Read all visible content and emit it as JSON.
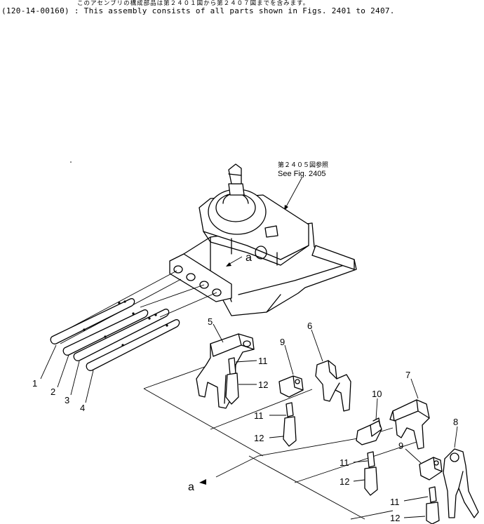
{
  "header": {
    "japanese_line": "このアセンブリの構成部品は第２４０１図から第２４０７図までを含みます。",
    "english_line": "(120-14-00160) : This assembly consists of all parts shown in Figs. 2401 to 2407."
  },
  "reference": {
    "japanese": "第２４０５図参照",
    "english": "See Fig. 2405"
  },
  "view_marker": {
    "top": "a",
    "bottom": "a"
  },
  "callouts": {
    "c1": "1",
    "c2": "2",
    "c3": "3",
    "c4": "4",
    "c5": "5",
    "c6": "6",
    "c7": "7",
    "c8": "8",
    "c9a": "9",
    "c9b": "9",
    "c10": "10",
    "c11a": "11",
    "c11b": "11",
    "c11c": "11",
    "c11d": "11",
    "c12a": "12",
    "c12b": "12",
    "c12c": "12",
    "c12d": "12"
  }
}
